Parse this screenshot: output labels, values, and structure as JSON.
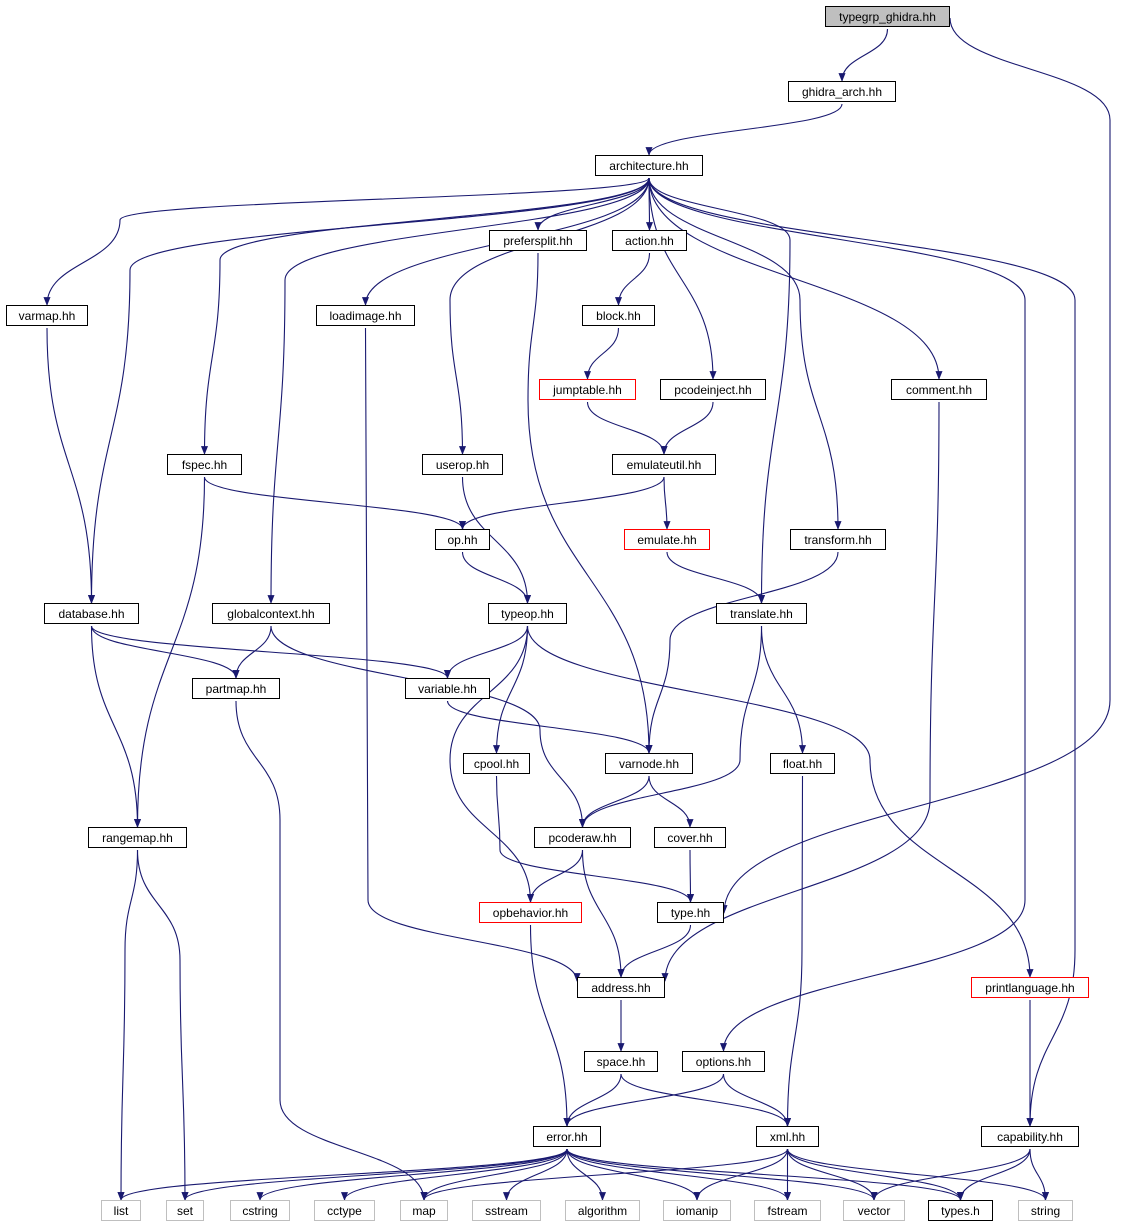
{
  "graph": {
    "edge_color": "#191970",
    "nodes": {
      "typegrp": {
        "label": "typegrp_ghidra.hh",
        "style": "gray"
      },
      "ghidra_arch": {
        "label": "ghidra_arch.hh",
        "style": "normal"
      },
      "architecture": {
        "label": "architecture.hh",
        "style": "normal"
      },
      "prefersplit": {
        "label": "prefersplit.hh",
        "style": "normal"
      },
      "action": {
        "label": "action.hh",
        "style": "normal"
      },
      "varmap": {
        "label": "varmap.hh",
        "style": "normal"
      },
      "loadimage": {
        "label": "loadimage.hh",
        "style": "normal"
      },
      "block": {
        "label": "block.hh",
        "style": "normal"
      },
      "jumptable": {
        "label": "jumptable.hh",
        "style": "red"
      },
      "pcodeinject": {
        "label": "pcodeinject.hh",
        "style": "normal"
      },
      "comment": {
        "label": "comment.hh",
        "style": "normal"
      },
      "fspec": {
        "label": "fspec.hh",
        "style": "normal"
      },
      "userop": {
        "label": "userop.hh",
        "style": "normal"
      },
      "emulateutil": {
        "label": "emulateutil.hh",
        "style": "normal"
      },
      "op": {
        "label": "op.hh",
        "style": "normal"
      },
      "emulate": {
        "label": "emulate.hh",
        "style": "red"
      },
      "transform": {
        "label": "transform.hh",
        "style": "normal"
      },
      "database": {
        "label": "database.hh",
        "style": "normal"
      },
      "globalcontext": {
        "label": "globalcontext.hh",
        "style": "normal"
      },
      "typeop": {
        "label": "typeop.hh",
        "style": "normal"
      },
      "translate": {
        "label": "translate.hh",
        "style": "normal"
      },
      "partmap": {
        "label": "partmap.hh",
        "style": "normal"
      },
      "variable": {
        "label": "variable.hh",
        "style": "normal"
      },
      "cpool": {
        "label": "cpool.hh",
        "style": "normal"
      },
      "varnode": {
        "label": "varnode.hh",
        "style": "normal"
      },
      "float": {
        "label": "float.hh",
        "style": "normal"
      },
      "rangemap": {
        "label": "rangemap.hh",
        "style": "normal"
      },
      "pcoderaw": {
        "label": "pcoderaw.hh",
        "style": "normal"
      },
      "cover": {
        "label": "cover.hh",
        "style": "normal"
      },
      "opbehavior": {
        "label": "opbehavior.hh",
        "style": "red"
      },
      "type": {
        "label": "type.hh",
        "style": "normal"
      },
      "address": {
        "label": "address.hh",
        "style": "normal"
      },
      "printlanguage": {
        "label": "printlanguage.hh",
        "style": "red"
      },
      "space": {
        "label": "space.hh",
        "style": "normal"
      },
      "options": {
        "label": "options.hh",
        "style": "normal"
      },
      "error": {
        "label": "error.hh",
        "style": "normal"
      },
      "xml": {
        "label": "xml.hh",
        "style": "normal"
      },
      "capability": {
        "label": "capability.hh",
        "style": "normal"
      },
      "list": {
        "label": "list",
        "style": "ext"
      },
      "set": {
        "label": "set",
        "style": "ext"
      },
      "cstring": {
        "label": "cstring",
        "style": "ext"
      },
      "cctype": {
        "label": "cctype",
        "style": "ext"
      },
      "map": {
        "label": "map",
        "style": "ext"
      },
      "sstream": {
        "label": "sstream",
        "style": "ext"
      },
      "algorithm": {
        "label": "algorithm",
        "style": "ext"
      },
      "iomanip": {
        "label": "iomanip",
        "style": "ext"
      },
      "fstream": {
        "label": "fstream",
        "style": "ext"
      },
      "vector": {
        "label": "vector",
        "style": "ext"
      },
      "types_h": {
        "label": "types.h",
        "style": "normal"
      },
      "string": {
        "label": "string",
        "style": "ext"
      }
    },
    "edges": [
      [
        "typegrp",
        "ghidra_arch"
      ],
      [
        "typegrp",
        "type"
      ],
      [
        "ghidra_arch",
        "architecture"
      ],
      [
        "architecture",
        "varmap"
      ],
      [
        "architecture",
        "database"
      ],
      [
        "architecture",
        "fspec"
      ],
      [
        "architecture",
        "globalcontext"
      ],
      [
        "architecture",
        "loadimage"
      ],
      [
        "architecture",
        "userop"
      ],
      [
        "architecture",
        "prefersplit"
      ],
      [
        "architecture",
        "action"
      ],
      [
        "architecture",
        "pcodeinject"
      ],
      [
        "architecture",
        "transform"
      ],
      [
        "architecture",
        "translate"
      ],
      [
        "architecture",
        "comment"
      ],
      [
        "architecture",
        "options"
      ],
      [
        "architecture",
        "capability"
      ],
      [
        "prefersplit",
        "varnode"
      ],
      [
        "action",
        "block"
      ],
      [
        "block",
        "jumptable"
      ],
      [
        "jumptable",
        "emulateutil"
      ],
      [
        "pcodeinject",
        "emulateutil"
      ],
      [
        "emulateutil",
        "op"
      ],
      [
        "emulateutil",
        "emulate"
      ],
      [
        "emulate",
        "translate"
      ],
      [
        "comment",
        "address"
      ],
      [
        "loadimage",
        "address"
      ],
      [
        "fspec",
        "op"
      ],
      [
        "fspec",
        "rangemap"
      ],
      [
        "userop",
        "typeop"
      ],
      [
        "op",
        "typeop"
      ],
      [
        "varmap",
        "database"
      ],
      [
        "transform",
        "varnode"
      ],
      [
        "database",
        "rangemap"
      ],
      [
        "database",
        "partmap"
      ],
      [
        "database",
        "variable"
      ],
      [
        "globalcontext",
        "partmap"
      ],
      [
        "globalcontext",
        "pcoderaw"
      ],
      [
        "typeop",
        "variable"
      ],
      [
        "typeop",
        "cpool"
      ],
      [
        "typeop",
        "opbehavior"
      ],
      [
        "typeop",
        "printlanguage"
      ],
      [
        "translate",
        "pcoderaw"
      ],
      [
        "translate",
        "float"
      ],
      [
        "partmap",
        "map"
      ],
      [
        "variable",
        "varnode"
      ],
      [
        "cpool",
        "type"
      ],
      [
        "varnode",
        "pcoderaw"
      ],
      [
        "varnode",
        "cover"
      ],
      [
        "float",
        "xml"
      ],
      [
        "rangemap",
        "list"
      ],
      [
        "rangemap",
        "set"
      ],
      [
        "pcoderaw",
        "opbehavior"
      ],
      [
        "pcoderaw",
        "address"
      ],
      [
        "cover",
        "type"
      ],
      [
        "opbehavior",
        "error"
      ],
      [
        "type",
        "address"
      ],
      [
        "address",
        "space"
      ],
      [
        "printlanguage",
        "capability"
      ],
      [
        "space",
        "error"
      ],
      [
        "space",
        "xml"
      ],
      [
        "options",
        "error"
      ],
      [
        "options",
        "xml"
      ],
      [
        "error",
        "list"
      ],
      [
        "error",
        "set"
      ],
      [
        "error",
        "cstring"
      ],
      [
        "error",
        "cctype"
      ],
      [
        "error",
        "map"
      ],
      [
        "error",
        "sstream"
      ],
      [
        "error",
        "algorithm"
      ],
      [
        "error",
        "iomanip"
      ],
      [
        "error",
        "fstream"
      ],
      [
        "error",
        "vector"
      ],
      [
        "error",
        "types_h"
      ],
      [
        "xml",
        "map"
      ],
      [
        "xml",
        "iomanip"
      ],
      [
        "xml",
        "fstream"
      ],
      [
        "xml",
        "vector"
      ],
      [
        "xml",
        "types_h"
      ],
      [
        "xml",
        "string"
      ],
      [
        "capability",
        "vector"
      ],
      [
        "capability",
        "types_h"
      ],
      [
        "capability",
        "string"
      ]
    ]
  }
}
